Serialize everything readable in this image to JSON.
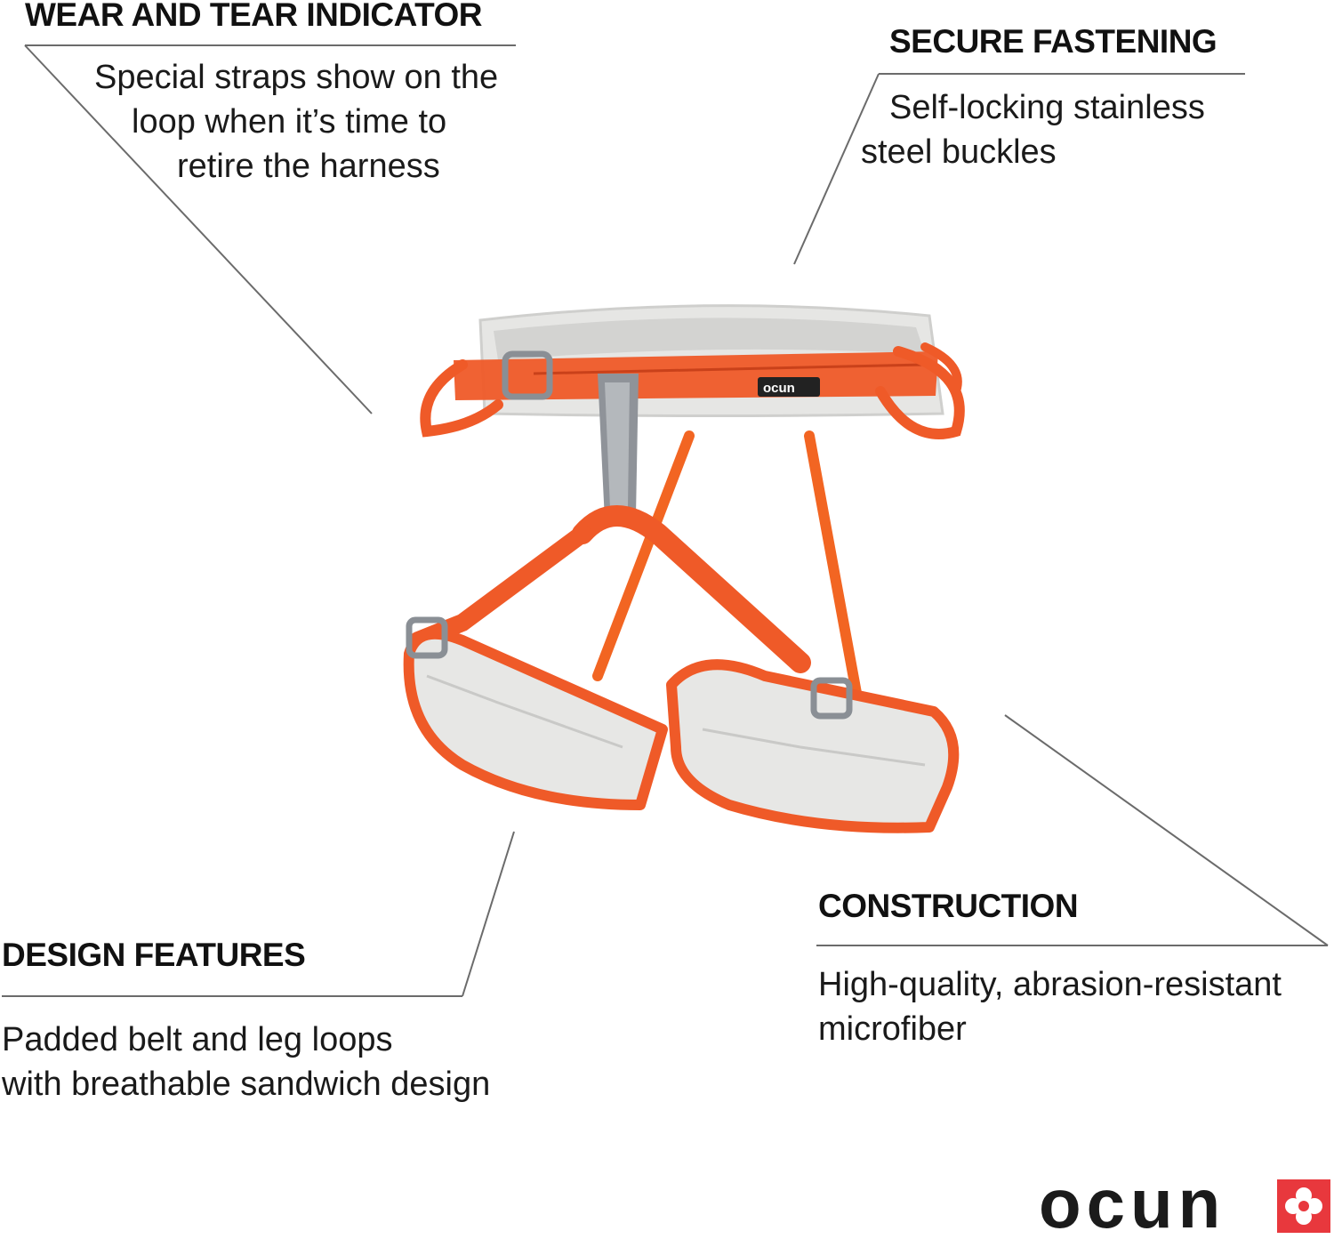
{
  "callouts": {
    "wear_and_tear": {
      "title": "WEAR AND TEAR INDICATOR",
      "lines": [
        "Special straps show on the",
        "loop when it’s time to",
        "retire the harness"
      ]
    },
    "secure_fastening": {
      "title": "SECURE FASTENING",
      "lines": [
        "Self-locking stainless",
        "steel buckles"
      ]
    },
    "design_features": {
      "title": "DESIGN FEATURES",
      "lines": [
        "Padded belt and leg loops",
        "with breathable sandwich design"
      ]
    },
    "construction": {
      "title": "CONSTRUCTION",
      "lines": [
        "High-quality, abrasion-resistant",
        "microfiber"
      ]
    }
  },
  "product_image": {
    "icon": "climbing-harness-icon"
  },
  "brand": {
    "name": "ocun",
    "mark_icon": "ocun-flower-mark-icon"
  },
  "colors": {
    "accent_orange": "#ef5a28",
    "padding_grey": "#e4e4e2",
    "leader_line": "#6b6b6b",
    "logo_dark": "#1b1b1b",
    "logo_red": "#e8383d"
  }
}
